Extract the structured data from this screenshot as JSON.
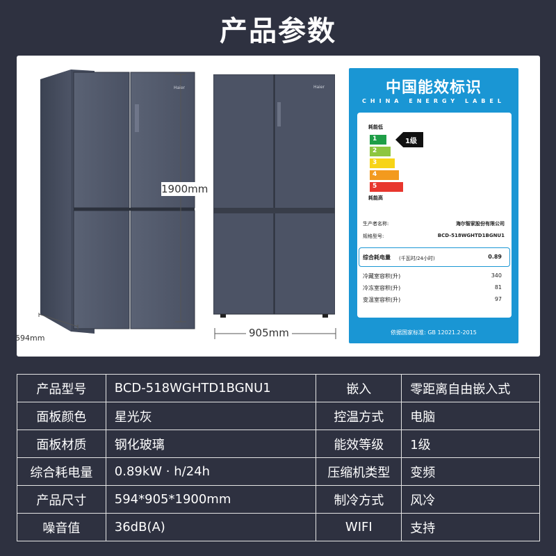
{
  "page_title": "产品参数",
  "dimensions": {
    "height": "1900mm",
    "width": "905mm",
    "depth": "594mm"
  },
  "fridge_logo": "Haier",
  "energy_label": {
    "title": "中国能效标识",
    "subtitle": "CHINA ENERGY LABEL",
    "low_label": "耗能低",
    "high_label": "耗能高",
    "grades": [
      "1",
      "2",
      "3",
      "4",
      "5"
    ],
    "grade_colors": [
      "#1e9e47",
      "#8dc63f",
      "#f7d417",
      "#f39a1e",
      "#e8362d"
    ],
    "current_grade": "1级",
    "manufacturer_label": "生产者名称:",
    "manufacturer": "海尔智家股份有限公司",
    "model_label": "规格型号:",
    "model": "BCD-518WGHTD1BGNU1",
    "consumption_label": "综合耗电量",
    "consumption_unit": "(千瓦时/24小时)",
    "consumption_value": "0.89",
    "fridge_vol_label": "冷藏室容积(升)",
    "fridge_vol": "340",
    "freezer_vol_label": "冷冻室容积(升)",
    "freezer_vol": "81",
    "variable_vol_label": "变温室容积(升)",
    "variable_vol": "97",
    "standard": "依据国家标准: GB 12021.2-2015"
  },
  "specs": [
    {
      "k1": "产品型号",
      "v1": "BCD-518WGHTD1BGNU1",
      "k2": "嵌入",
      "v2": "零距离自由嵌入式"
    },
    {
      "k1": "面板颜色",
      "v1": "星光灰",
      "k2": "控温方式",
      "v2": "电脑"
    },
    {
      "k1": "面板材质",
      "v1": "钢化玻璃",
      "k2": "能效等级",
      "v2": "1级"
    },
    {
      "k1": "综合耗电量",
      "v1": "0.89kW · h/24h",
      "k2": "压缩机类型",
      "v2": "变频"
    },
    {
      "k1": "产品尺寸",
      "v1": "594*905*1900mm",
      "k2": "制冷方式",
      "v2": "风冷"
    },
    {
      "k1": "噪音值",
      "v1": "36dB(A)",
      "k2": "WIFI",
      "v2": "支持"
    }
  ]
}
